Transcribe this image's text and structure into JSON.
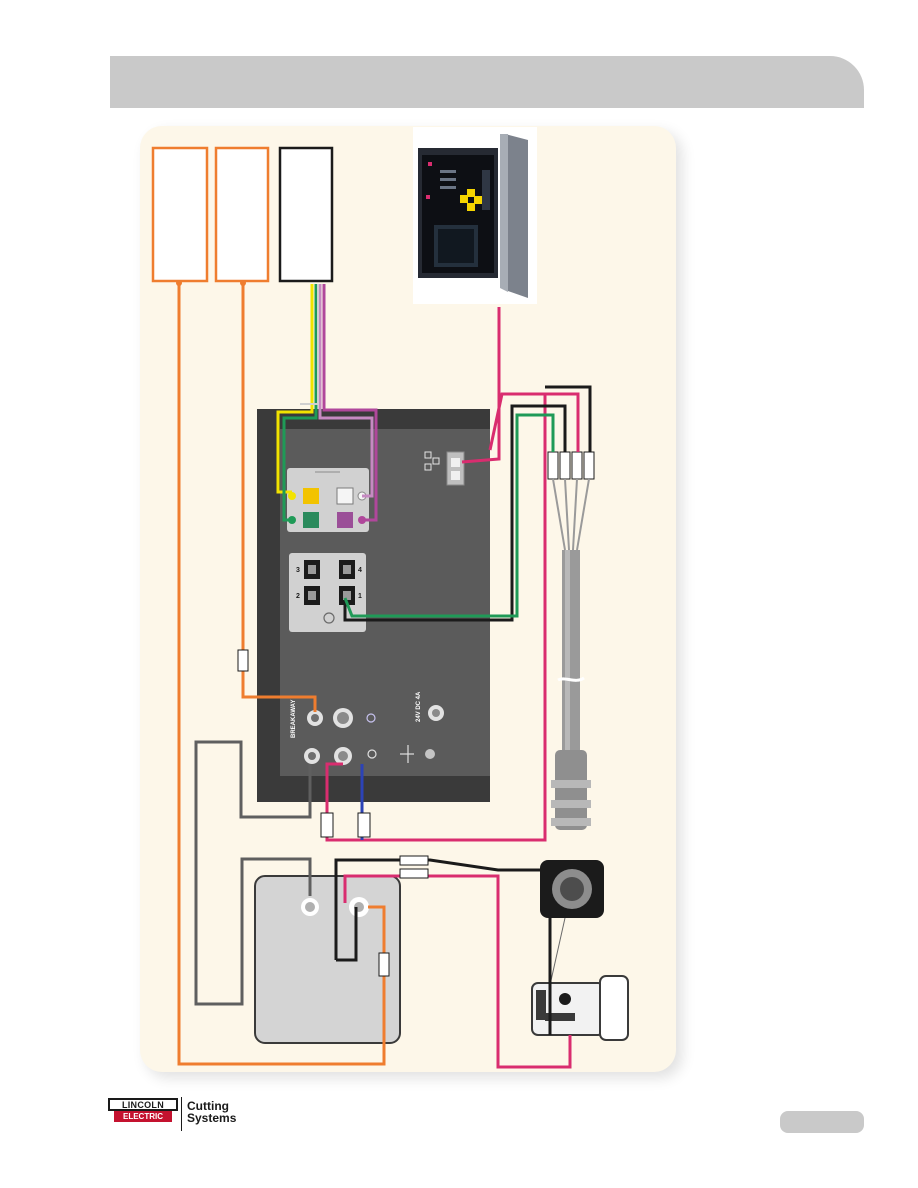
{
  "header": {
    "title": ""
  },
  "diagram": {
    "labels": {
      "port_label": "BREAKAWAY",
      "power_label": "24V DC 4A",
      "relay_numbers": [
        "3",
        "2",
        "1",
        "4"
      ]
    },
    "colors": {
      "orange": "#ef7d2f",
      "yellow": "#f2e300",
      "green": "#1f9a57",
      "pink": "#d92d6f",
      "magenta": "#b0479b",
      "violet": "#c68ac2",
      "black": "#1b1b1b",
      "gray": "#5f5f5f",
      "blue": "#2c43b6",
      "panel_dark": "#3a3a3a",
      "panel_mid": "#5b5b5b"
    }
  },
  "footer": {
    "brand_top": "LINCOLN",
    "brand_bottom": "ELECTRIC",
    "division_line1": "Cutting",
    "division_line2": "Systems",
    "page_number": ""
  }
}
